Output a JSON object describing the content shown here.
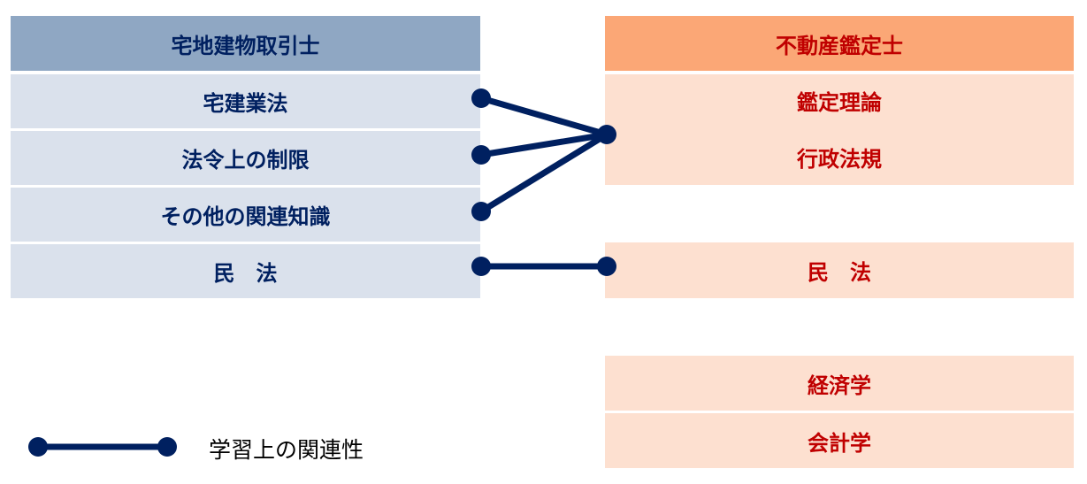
{
  "left": {
    "title": "宅地建物取引士",
    "items": [
      "宅建業法",
      "法令上の制限",
      "その他の関連知識",
      "民　法"
    ]
  },
  "right": {
    "title": "不動産鑑定士",
    "group1": [
      "鑑定理論",
      "行政法規"
    ],
    "minpo": "民　法",
    "items": [
      "経済学",
      "会計学"
    ]
  },
  "legend": {
    "label": "学習上の関連性",
    "icon": "connector-line-icon"
  },
  "colors": {
    "left_header": "#8FA7C3",
    "left_cell": "#DAE1EC",
    "left_text": "#002060",
    "right_header": "#FBA776",
    "right_cell": "#FDE0D0",
    "right_text": "#C00000",
    "line": "#002060"
  }
}
